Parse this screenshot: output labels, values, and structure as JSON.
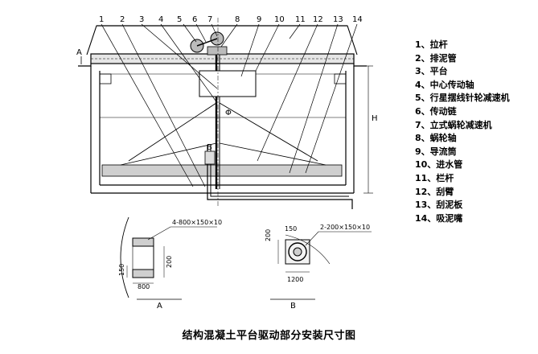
{
  "callout_numbers": [
    "1",
    "2",
    "3",
    "4",
    "5",
    "6",
    "7",
    "8",
    "9",
    "10",
    "11",
    "12",
    "13",
    "14"
  ],
  "legend": [
    "1、拉杆",
    "2、排泥管",
    "3、平台",
    "4、中心传动轴",
    "5、行星摆线针轮减速机",
    "6、传动链",
    "7、立式蜗轮减速机",
    "8、蜗轮轴",
    "9、导流筒",
    "10、进水管",
    "11、栏杆",
    "12、刮臂",
    "13、刮泥板",
    "14、吸泥嘴"
  ],
  "labels": {
    "section_a_marker": "A",
    "section_b_marker": "B",
    "height": "H",
    "diameter": "Φ"
  },
  "detail_a": {
    "plate": "4-800×150×10",
    "dim_200": "200",
    "dim_150": "150",
    "dim_800": "800",
    "title": "A"
  },
  "detail_b": {
    "plate": "2-200×150×10",
    "dim_150": "150",
    "dim_200": "200",
    "dim_1200": "1200",
    "title": "B"
  },
  "caption": "结构混凝土平台驱动部分安装尺寸图"
}
